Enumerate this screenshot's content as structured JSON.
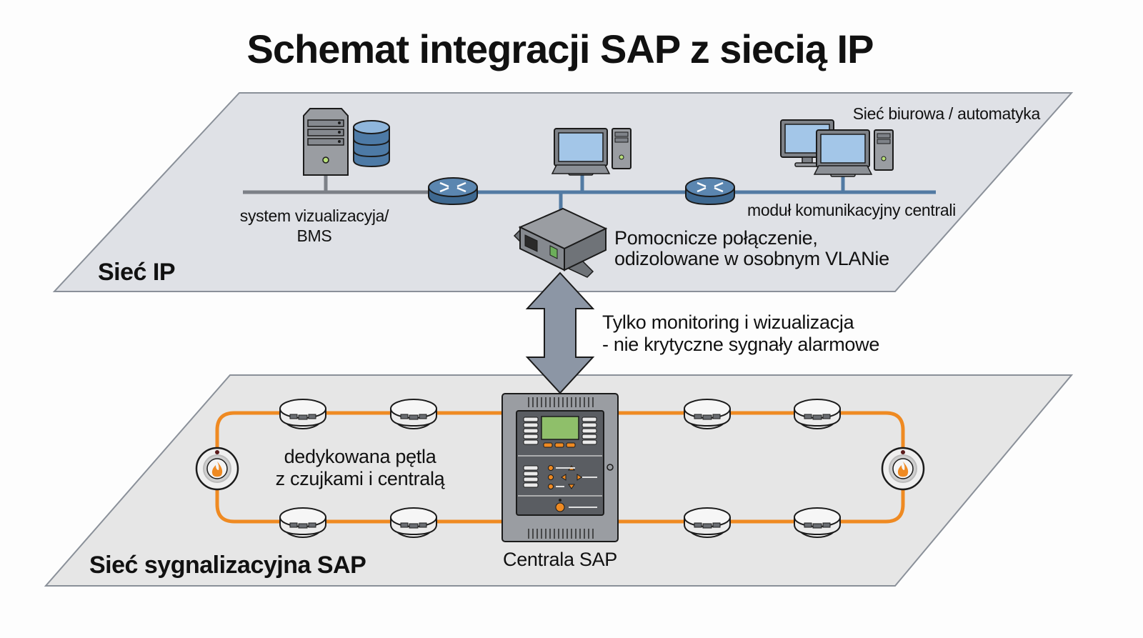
{
  "title": "Schemat integracji SAP z siecią IP",
  "colors": {
    "plane_ip_fill": "#dfe1e6",
    "plane_sap_fill": "#e6e6e6",
    "plane_border": "#8a9099",
    "ip_backbone_gray": "#7c8087",
    "ip_backbone_blue": "#527aa3",
    "router_blue": "#4a76a0",
    "db_blue": "#4d7aa6",
    "screen_blue": "#9fc3e6",
    "device_gray": "#9a9da2",
    "loop_orange": "#ef8a22",
    "arrow_fill": "#8c96a5",
    "panel_screen_green": "#8fbf6a"
  },
  "ip_network": {
    "plane_label": "Sieć IP",
    "bms_label_line1": "system vizualizacyja/",
    "bms_label_line2": "BMS",
    "office_label": "Sieć biurowa / automatyka",
    "module_label": "moduł komunikacyjny centrali",
    "gateway_label_line1": "Pomocnicze połączenie,",
    "gateway_label_line2": "odizolowane w osobnym VLANie",
    "icons": [
      "server-icon",
      "database-icon",
      "router-icon",
      "workstation-icon",
      "router-icon",
      "dual-monitor-workstation-icon",
      "gateway-module-icon"
    ]
  },
  "link": {
    "note_line1": "Tylko monitoring i wizualizacja",
    "note_line2": "- nie krytyczne sygnały alarmowe",
    "icon": "bidirectional-arrow-icon"
  },
  "sap_network": {
    "plane_label": "Sieć sygnalizacyjna SAP",
    "loop_label_line1": "dedykowana pętla",
    "loop_label_line2": "z czujkami i centralą",
    "panel_label": "Centrala SAP",
    "detector_count": 8,
    "manual_call_point_count": 2,
    "icons": [
      "smoke-detector-icon",
      "manual-call-point-icon",
      "fire-panel-icon"
    ]
  }
}
